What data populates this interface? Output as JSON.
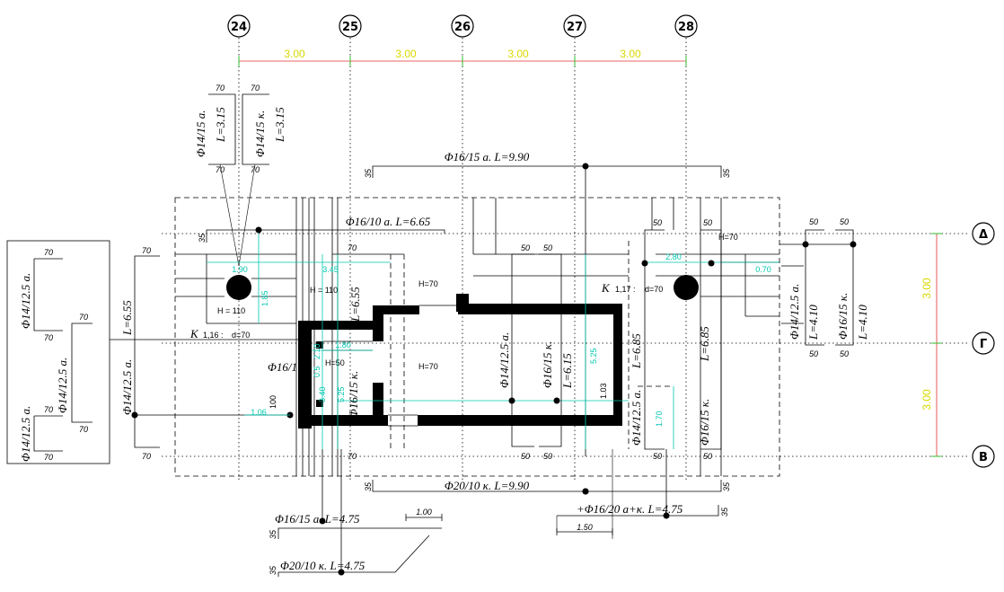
{
  "axes_top": [
    "24",
    "25",
    "26",
    "27",
    "28"
  ],
  "axes_right": [
    "Δ",
    "Γ",
    "B"
  ],
  "spacings_top": [
    "3.00",
    "3.00",
    "3.00",
    "3.00"
  ],
  "spacings_right": [
    "3.00",
    "3.00"
  ],
  "rebar_labels": {
    "top_long": "Φ16/15 a.  L=9.90",
    "bottom_long": "Φ20/10 κ.  L=9.90",
    "upper_mid": "Φ16/10 a.  L=6.65",
    "top_left_a_bar": "Φ14/15 a.",
    "top_left_a_len": "L=3.15",
    "top_left_k_bar": "Φ14/15 κ.",
    "top_left_k_len": "L=3.15",
    "left_bar": "Φ14/12.5 a.",
    "left_len": "L=6.55",
    "legend_1": "Φ14/12.5 a.",
    "legend_2": "Φ14/12.5 a.",
    "legend_3": "Φ14/12.5 a.",
    "inner_655": "L=6.55",
    "inner_16k": "Φ16/15 κ.",
    "inner_16a": "Φ16/1    a.",
    "center_14": "Φ14/12.5 a.",
    "center_16k": "Φ16/15 κ.",
    "center_615": "L=6.15",
    "right_14": "Φ14/12.5 a.",
    "right_685a": "L=6.85",
    "right_16k": "Φ16/15 κ.",
    "right_685b": "L=6.85",
    "far_right_a_bar": "Φ14/12.5 a.",
    "far_right_a_len": "L=4.10",
    "far_right_k_bar": "Φ16/15 κ.",
    "far_right_k_len": "L=4.10",
    "bottom_16a": "Φ16/15 a.  L=4.75",
    "bottom_20k": "Φ20/10 κ.  L=4.75",
    "bottom_plus": "+Φ16/20 a+κ.  L=4.75"
  },
  "pits": {
    "k116": "K",
    "k116_sub": "1,16 :",
    "k116_d": "d=70",
    "k117": "K",
    "k117_sub": "1,17 :",
    "k117_d": "d=70"
  },
  "heights": {
    "h110a": "H = 110",
    "h110b": "H = 110",
    "h70a": "H=70",
    "h70b": "H=70",
    "h70c": "H=70",
    "h50": "H=50"
  },
  "dims_cyan": [
    "1.90",
    "3.45",
    "1.85",
    "2.80",
    "0.70",
    "1.80",
    "2.10",
    "3.40",
    "5.25",
    "5.25",
    "1.06",
    "1.70",
    "1.03",
    "0.5"
  ],
  "dims_small": {
    "70": "70",
    "50": "50",
    "35": "35",
    "100": "100",
    "1_00": "1.00",
    "1_50": "1.50"
  }
}
